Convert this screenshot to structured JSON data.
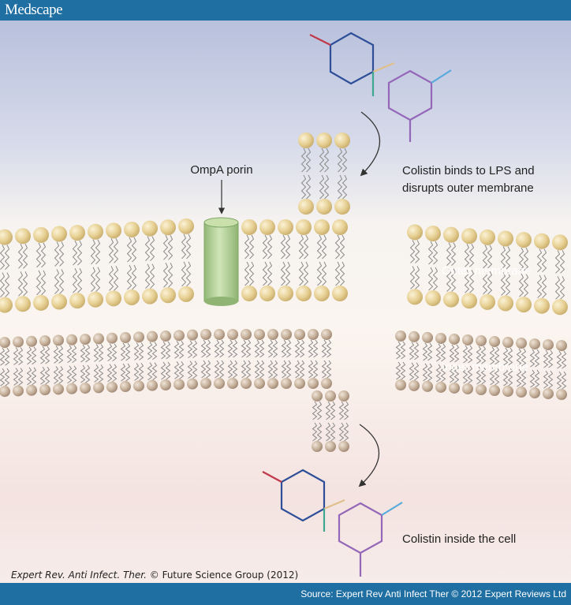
{
  "header": {
    "brand": "Medscape"
  },
  "diagram": {
    "porin_label": "OmpA porin",
    "step1_line1": "Colistin binds to LPS and",
    "step1_line2": "disrupts outer membrane",
    "outer_membrane_label": "Outer membrane",
    "inner_membrane_label": "Inner membrane",
    "step2_label": "Colistin inside the cell"
  },
  "credit": {
    "journal": "Expert Rev. Anti Infect. Ther.",
    "rest": " © Future Science Group (2012)"
  },
  "footer": {
    "source": "Source: Expert Rev Anti Infect Ther © 2012 Expert Reviews Ltd"
  },
  "colors": {
    "header_bar": "#1f6fa3",
    "outer_head": "#e8d39a",
    "inner_head": "#c9b49e",
    "porin": "#b9d69c",
    "ring_blue": "#2e4f98",
    "ring_purple": "#9467b8"
  }
}
